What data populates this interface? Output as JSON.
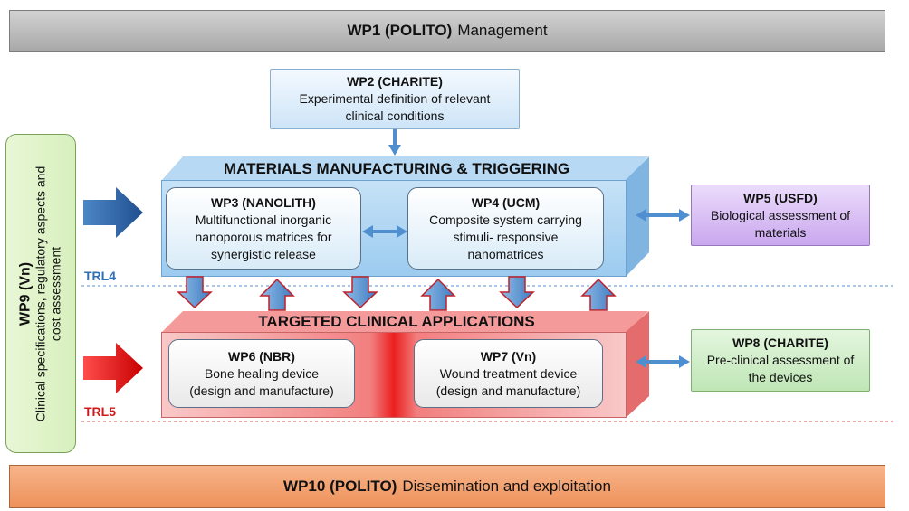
{
  "wp1": {
    "title": "WP1 (POLITO)",
    "desc": "Management"
  },
  "wp2": {
    "title": "WP2 (CHARITE)",
    "line1": "Experimental definition of relevant",
    "line2": "clinical conditions"
  },
  "materials": {
    "title": "MATERIALS MANUFACTURING & TRIGGERING"
  },
  "wp3": {
    "title": "WP3  (NANOLITH)",
    "line1": "Multifunctional inorganic",
    "line2": "nanoporous matrices for",
    "line3": "synergistic release"
  },
  "wp4": {
    "title": "WP4 (UCM)",
    "line1": "Composite system carrying",
    "line2": "stimuli- responsive",
    "line3": "nanomatrices"
  },
  "wp5": {
    "title": "WP5 (USFD)",
    "line1": "Biological assessment of",
    "line2": "materials"
  },
  "applications": {
    "title": "TARGETED CLINICAL APPLICATIONS"
  },
  "wp6": {
    "title": "WP6 (NBR)",
    "line1": "Bone healing device",
    "line2": "(design and manufacture)"
  },
  "wp7": {
    "title": "WP7 (Vn)",
    "line1": "Wound treatment device",
    "line2": "(design and manufacture)"
  },
  "wp8": {
    "title": "WP8 (CHARITE)",
    "line1": "Pre-clinical assessment of",
    "line2": "the devices"
  },
  "wp9": {
    "title": "WP9 (Vn)",
    "line1": "Clinical specifications, regulatory aspects and",
    "line2": "cost assessment"
  },
  "wp10": {
    "title": "WP10 (POLITO)",
    "desc": "Dissemination and exploitation"
  },
  "trl": {
    "level4": "TRL4",
    "level5": "TRL5"
  },
  "colors": {
    "blue": "#2f6fb6",
    "red": "#e11a1a",
    "connector": "#4f8fd0"
  }
}
